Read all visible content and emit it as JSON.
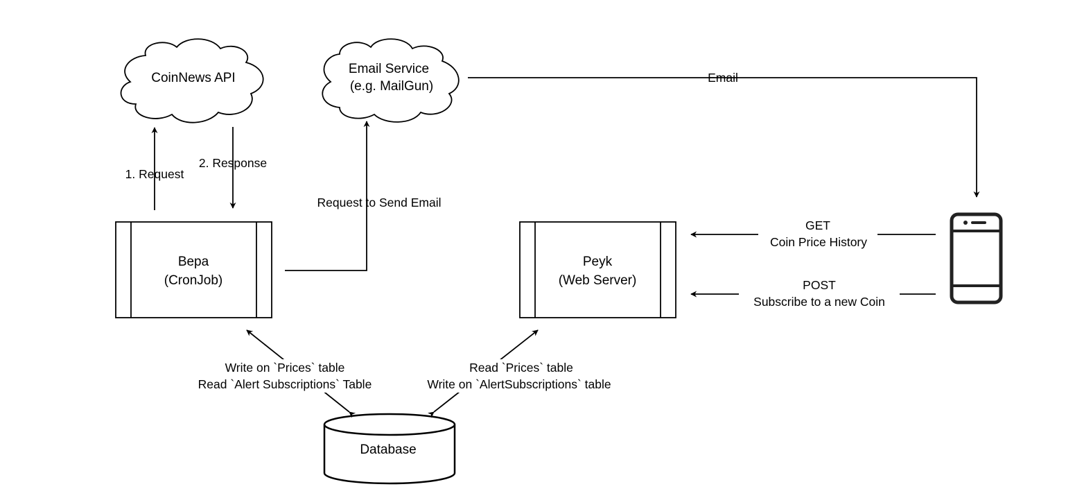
{
  "nodes": {
    "coinnews_api": {
      "label": "CoinNews API"
    },
    "email_service": {
      "line1": "Email Service",
      "line2": "(e.g. MailGun)"
    },
    "bepa": {
      "line1": "Bepa",
      "line2": "(CronJob)"
    },
    "peyk": {
      "line1": "Peyk",
      "line2": "(Web Server)"
    },
    "database": {
      "label": "Database"
    },
    "mobile_client": {
      "icon": "smartphone-icon"
    }
  },
  "edges": {
    "request": {
      "label": "1. Request"
    },
    "response": {
      "label": "2. Response"
    },
    "send_email": {
      "label": "Request to Send Email"
    },
    "email": {
      "label": "Email"
    },
    "get": {
      "line1": "GET",
      "line2": "Coin Price History"
    },
    "post": {
      "line1": "POST",
      "line2": "Subscribe to a new Coin"
    },
    "bepa_db": {
      "line1": "Write on `Prices` table",
      "line2": "Read `Alert Subscriptions` Table"
    },
    "peyk_db": {
      "line1": "Read `Prices` table",
      "line2": "Write on `AlertSubscriptions` table"
    }
  },
  "colors": {
    "stroke": "#000000",
    "fill": "#ffffff",
    "text": "#000000"
  }
}
